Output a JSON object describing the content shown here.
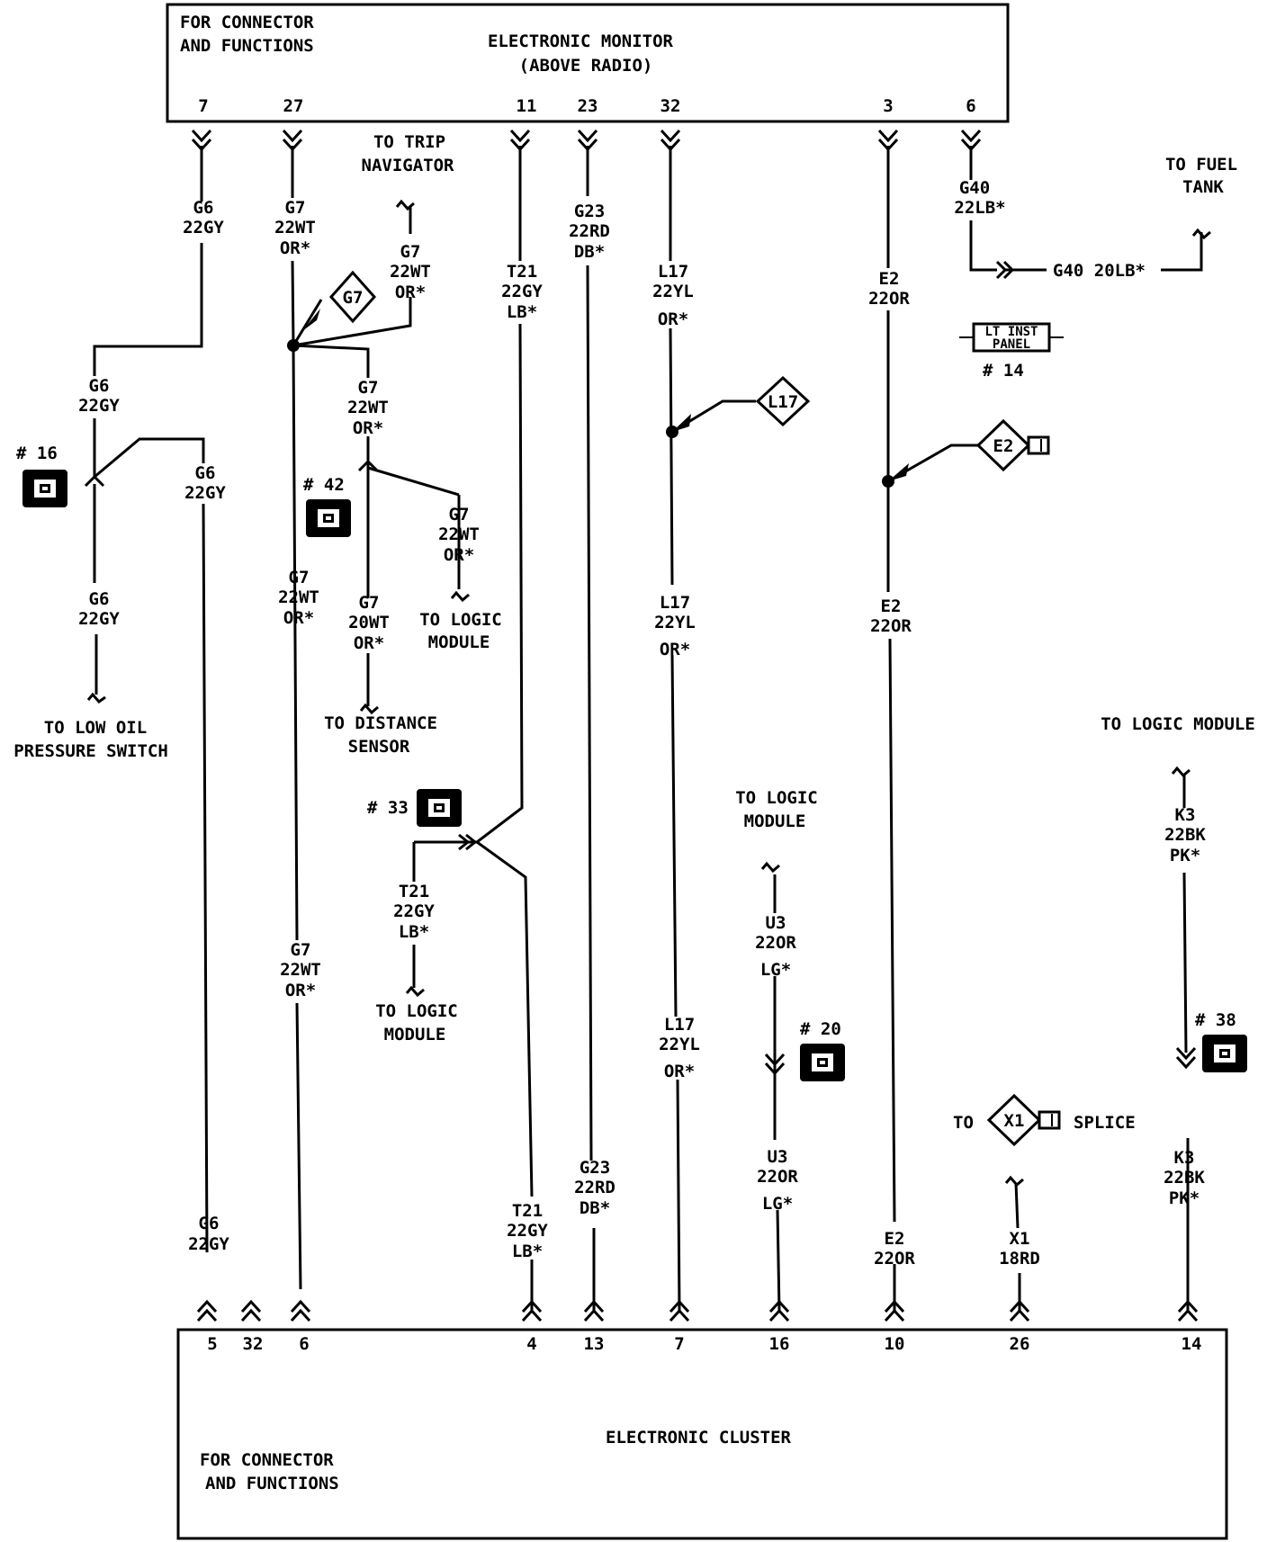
{
  "monitor": {
    "note": [
      "FOR CONNECTOR",
      "AND FUNCTIONS"
    ],
    "title": [
      "ELECTRONIC MONITOR",
      "(ABOVE RADIO)"
    ],
    "pins": [
      "7",
      "27",
      "11",
      "23",
      "32",
      "3",
      "6"
    ]
  },
  "cluster": {
    "note": [
      "FOR CONNECTOR",
      "AND FUNCTIONS"
    ],
    "title": "ELECTRONIC CLUSTER",
    "pins": [
      "5",
      "32",
      "6",
      "4",
      "13",
      "7",
      "16",
      "10",
      "26",
      "14"
    ]
  },
  "wire_labels": {
    "g6_top": [
      "G6",
      "22GY"
    ],
    "g6_mid": [
      "G6",
      "22GY"
    ],
    "g6_right": [
      "G6",
      "22GY"
    ],
    "g6_low": [
      "G6",
      "22GY"
    ],
    "g6_bot": [
      "G6",
      "22GY"
    ],
    "g7_top": [
      "G7",
      "22WT",
      "OR*"
    ],
    "g7_trip": [
      "G7",
      "22WT",
      "OR*"
    ],
    "g7_branch": [
      "G7",
      "22WT",
      "OR*"
    ],
    "g7_logic": [
      "G7",
      "22WT",
      "OR*"
    ],
    "g7_main": [
      "G7",
      "22WT",
      "OR*"
    ],
    "g7_dist": [
      "G7",
      "20WT",
      "OR*"
    ],
    "g7_bot": [
      "G7",
      "22WT",
      "OR*"
    ],
    "t21_top": [
      "T21",
      "22GY",
      "LB*"
    ],
    "t21_logic": [
      "T21",
      "22GY",
      "LB*"
    ],
    "t21_bot": [
      "T21",
      "22GY",
      "LB*"
    ],
    "g23_top": [
      "G23",
      "22RD",
      "DB*"
    ],
    "g23_bot": [
      "G23",
      "22RD",
      "DB*"
    ],
    "l17_top": [
      "L17",
      "22YL",
      "OR*"
    ],
    "l17_mid": [
      "L17",
      "22YL",
      "OR*"
    ],
    "l17_bot": [
      "L17",
      "22YL",
      "OR*"
    ],
    "e2_top": [
      "E2",
      "22OR"
    ],
    "e2_mid": [
      "E2",
      "22OR"
    ],
    "e2_bot": [
      "E2",
      "22OR"
    ],
    "g40_top": [
      "G40",
      "22LB*"
    ],
    "g40_right": "G40  20LB*",
    "u3_top": [
      "U3",
      "22OR",
      "LG*"
    ],
    "u3_bot": [
      "U3",
      "22OR",
      "LG*"
    ],
    "k3_top": [
      "K3",
      "22BK",
      "PK*"
    ],
    "k3_bot": [
      "K3",
      "22BK",
      "PK*"
    ],
    "x1": [
      "X1",
      "18RD"
    ]
  },
  "destinations": {
    "trip_navigator": [
      "TO TRIP",
      "NAVIGATOR"
    ],
    "fuel_tank": [
      "TO FUEL",
      "TANK"
    ],
    "low_oil": [
      "TO LOW OIL",
      "PRESSURE SWITCH"
    ],
    "distance_sensor": [
      "TO DISTANCE",
      "SENSOR"
    ],
    "logic_module_g7": [
      "TO LOGIC",
      "MODULE"
    ],
    "logic_module_t21": [
      "TO LOGIC",
      "MODULE"
    ],
    "logic_module_u3": [
      "TO LOGIC",
      "MODULE"
    ],
    "logic_module_k3": "TO LOGIC MODULE",
    "splice_to": "TO",
    "splice": "SPLICE"
  },
  "connectors": {
    "c16": "# 16",
    "c42": "# 42",
    "c33": "# 33",
    "c20": "# 20",
    "c38": "# 38",
    "c14": "# 14"
  },
  "panel": [
    "LT INST",
    "PANEL"
  ],
  "splices": {
    "g7": "G7",
    "l17": "L17",
    "e2": "E2",
    "x1": "X1"
  }
}
